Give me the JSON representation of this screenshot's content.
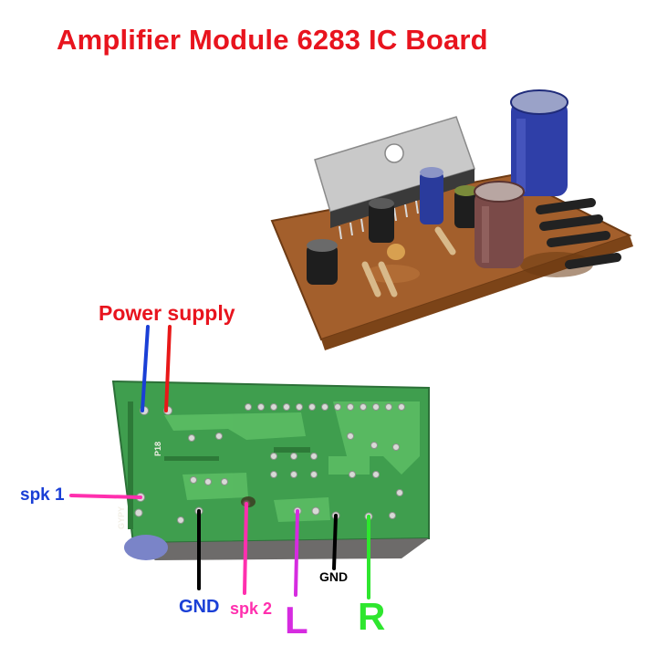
{
  "title": "Amplifier Module 6283 IC Board",
  "labels": {
    "power_supply": "Power supply",
    "spk1": "spk 1",
    "gnd_left": "GND",
    "spk2": "spk 2",
    "left_input": "L",
    "gnd_right": "GND",
    "right_input": "R"
  },
  "colors": {
    "title": "#e8141e",
    "power_positive": "#e81818",
    "power_negative": "#1a3fd6",
    "speaker": "#ff2fae",
    "gnd_wire": "#000000",
    "left": "#d62be0",
    "right": "#2ee62e",
    "gnd_text": "#1a3fd6",
    "pcb_top": "#a8622a",
    "pcb_bottom": "#3f9e4e"
  }
}
